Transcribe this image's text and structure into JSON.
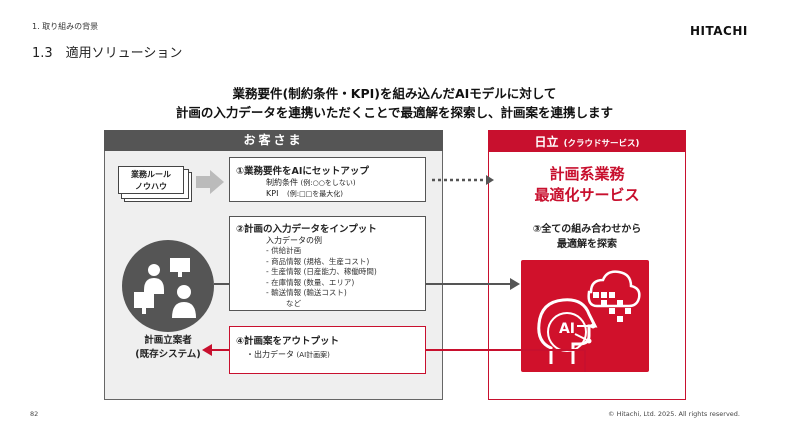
{
  "header": {
    "breadcrumb": "1. 取り組みの背景",
    "section_title": "1.3　適用ソリューション",
    "logo_text": "HITACHI"
  },
  "headline": {
    "line1": "業務要件(制約条件・KPI)を組み込んだAIモデルに対して",
    "line2": "計画の入力データを連携いただくことで最適解を探索し、計画案を連携します"
  },
  "customer": {
    "title": "お客さま",
    "knowhow_line1": "業務ルール",
    "knowhow_line2": "ノウハウ",
    "planner_line1": "計画立案者",
    "planner_line2": "(既存システム)"
  },
  "step1": {
    "title": "①業務要件をAIにセットアップ",
    "line1_label": "制約条件",
    "line1_example": "(例:○○をしない)",
    "line2_label": "KPI",
    "line2_example": "(例:□□を最大化)"
  },
  "step2": {
    "title": "②計画の入力データをインプット",
    "subtitle": "入力データの例",
    "items": [
      "- 供給計画",
      "- 商品情報 (規格、生産コスト)",
      "- 生産情報 (日産能力、稼働時間)",
      "- 在庫情報 (数量、エリア)",
      "- 輸送情報 (輸送コスト)",
      "など"
    ]
  },
  "step4": {
    "title": "④計画案をアウトプット",
    "line1": "・出力データ",
    "line1_example": "(AI計画案)"
  },
  "hitachi": {
    "title": "日立",
    "subtitle": "(クラウドサービス)",
    "service_line1": "計画系業務",
    "service_line2": "最適化サービス",
    "step3_line1": "③全ての組み合わせから",
    "step3_line2": "最適解を探索",
    "ai_label": "AI"
  },
  "footer": {
    "page_number": "82",
    "copyright": "© Hitachi, Ltd. 2025. All rights reserved."
  },
  "colors": {
    "accent": "#c8102e",
    "panel_header": "#555555",
    "panel_bg": "#efefef"
  }
}
